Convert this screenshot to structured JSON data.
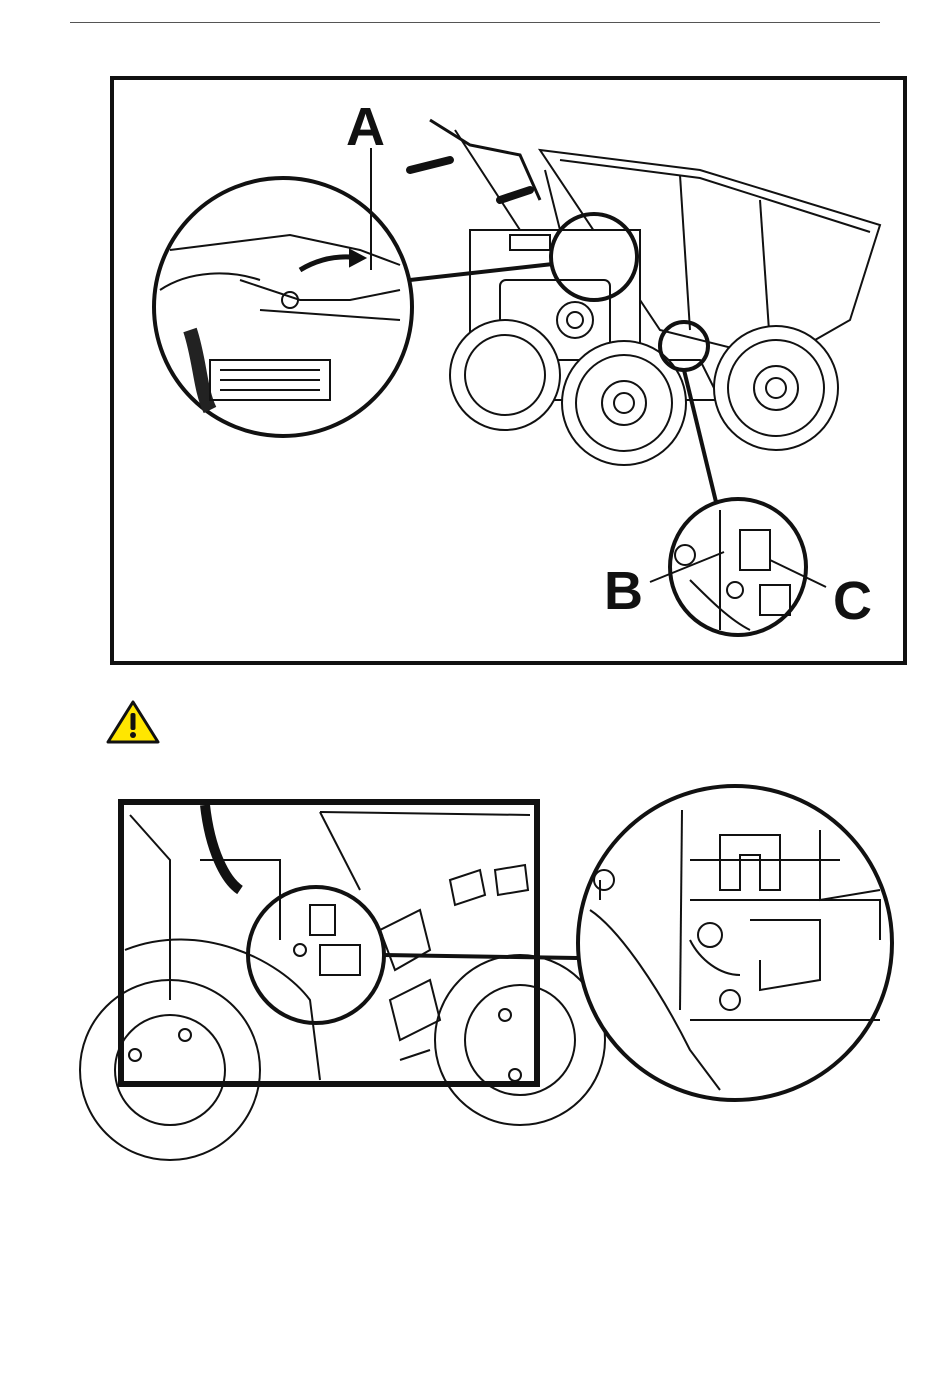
{
  "figure_top": {
    "callouts": {
      "a": "A",
      "b": "B",
      "c": "C"
    }
  },
  "warning": {
    "icon": "warning-triangle-icon",
    "color": "#ffe600"
  }
}
